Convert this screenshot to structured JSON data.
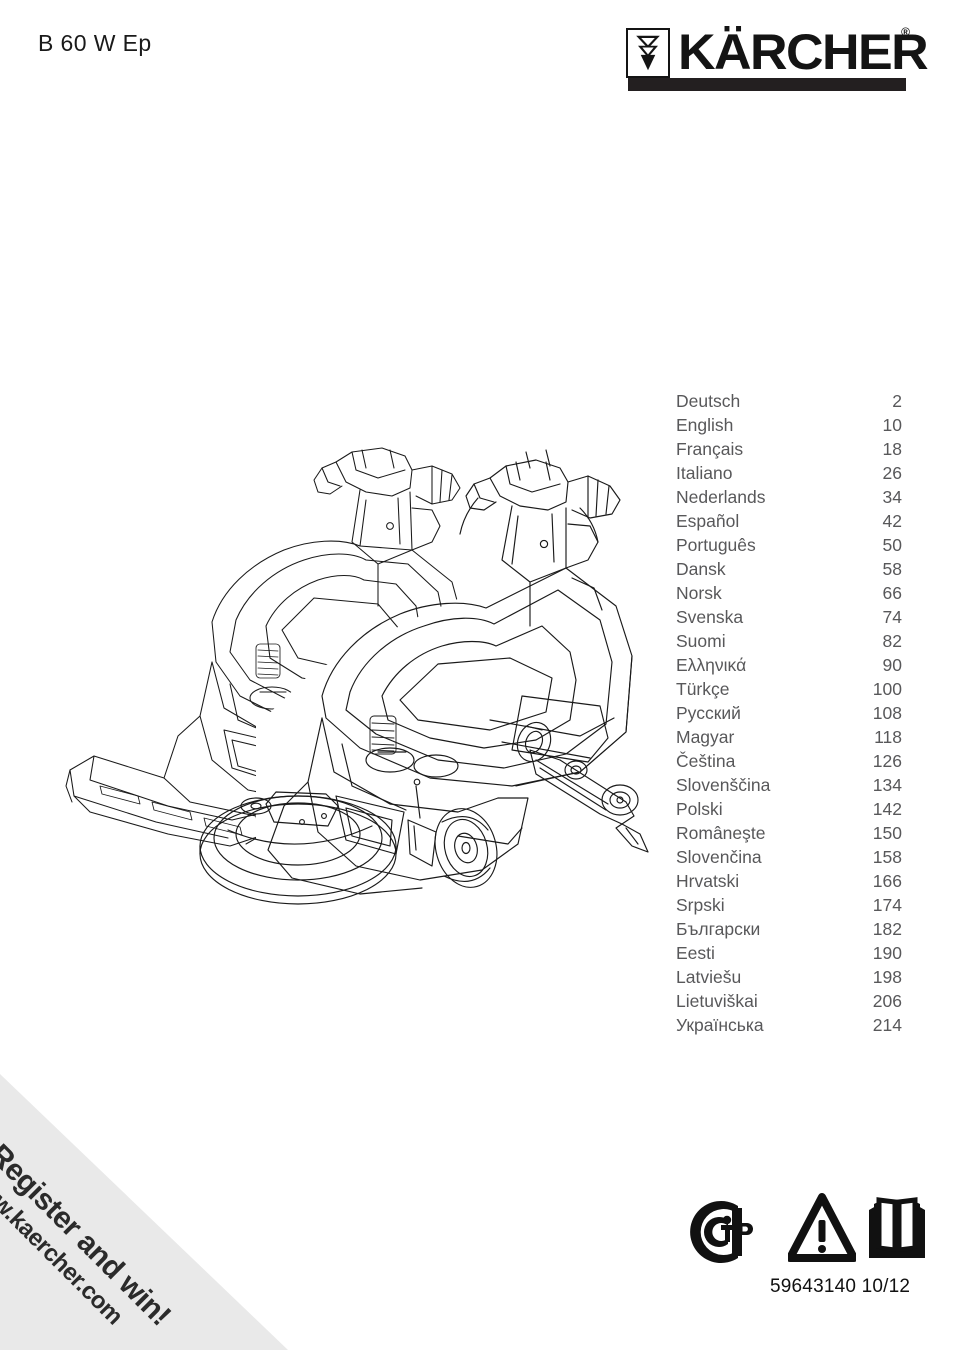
{
  "header": {
    "model_title": "B 60 W Ep",
    "brand_name": "KÄRCHER",
    "registered_symbol": "®",
    "logo_mark_name": "karcher-chevron-mark"
  },
  "illustration": {
    "caption": "",
    "machines": [
      {
        "name": "floor-scrubber-roller-head",
        "position": "left"
      },
      {
        "name": "floor-scrubber-disc-head",
        "position": "right"
      }
    ]
  },
  "language_index": [
    {
      "language": "Deutsch",
      "page": "2"
    },
    {
      "language": "English",
      "page": "10"
    },
    {
      "language": "Français",
      "page": "18"
    },
    {
      "language": "Italiano",
      "page": "26"
    },
    {
      "language": "Nederlands",
      "page": "34"
    },
    {
      "language": "Español",
      "page": "42"
    },
    {
      "language": "Português",
      "page": "50"
    },
    {
      "language": "Dansk",
      "page": "58"
    },
    {
      "language": "Norsk",
      "page": "66"
    },
    {
      "language": "Svenska",
      "page": "74"
    },
    {
      "language": "Suomi",
      "page": "82"
    },
    {
      "language": "Ελληνικά",
      "page": "90"
    },
    {
      "language": "Türkçe",
      "page": "100"
    },
    {
      "language": "Русский",
      "page": "108"
    },
    {
      "language": "Magyar",
      "page": "118"
    },
    {
      "language": "Čeština",
      "page": "126"
    },
    {
      "language": "Slovenščina",
      "page": "134"
    },
    {
      "language": "Polski",
      "page": "142"
    },
    {
      "language": "Româneşte",
      "page": "150"
    },
    {
      "language": "Slovenčina",
      "page": "158"
    },
    {
      "language": "Hrvatski",
      "page": "166"
    },
    {
      "language": "Srpski",
      "page": "174"
    },
    {
      "language": "Български",
      "page": "182"
    },
    {
      "language": "Eesti",
      "page": "190"
    },
    {
      "language": "Latviešu",
      "page": "198"
    },
    {
      "language": "Lietuviškai",
      "page": "206"
    },
    {
      "language": "Українська",
      "page": "214"
    }
  ],
  "register_banner": {
    "headline": "Register and win!",
    "url": "www.kaercher.com",
    "background_color": "#e9e9e9"
  },
  "footer": {
    "document_number": "59643140  10/12",
    "symbols": [
      {
        "name": "gost-r-certification-icon",
        "label": "ТР"
      },
      {
        "name": "warning-triangle-icon",
        "label": "!"
      },
      {
        "name": "read-manual-book-icon",
        "label": ""
      }
    ]
  },
  "colors": {
    "text_dark": "#1a1a1a",
    "text_gray": "#58585a",
    "brand_black": "#141414",
    "banner_gray": "#e9e9e9"
  }
}
